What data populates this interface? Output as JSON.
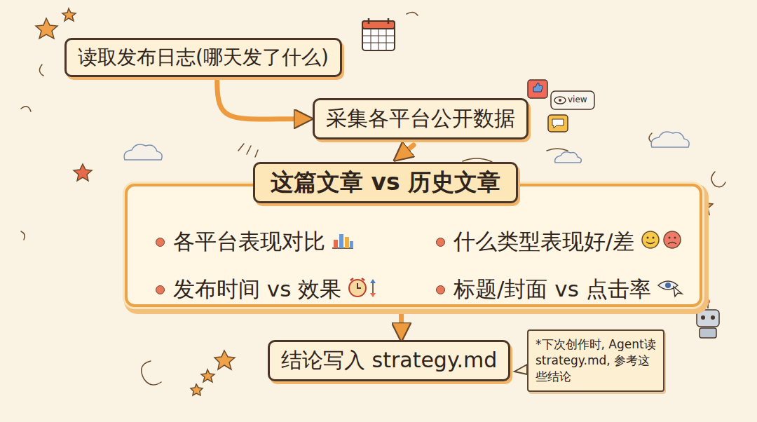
{
  "diagram": {
    "nodes": [
      {
        "text": [
          "读取发布日志(哪天发了什么)"
        ]
      },
      {
        "text": [
          "采集各平台公开数据"
        ]
      },
      {
        "text": [
          "这篇文章 vs 历史文章",
          "各平台表现对比",
          "什么类型表现好/差",
          "发布时间 vs 效果",
          "标题/封面 vs 点击率"
        ]
      },
      {
        "text": [
          "结论写入 strategy.md"
        ]
      },
      {
        "text": [
          "*下次创作时, Agent读strategy.md, 参考这些结论"
        ]
      }
    ],
    "edges": [
      {
        "from": 0,
        "to": 1,
        "arrow": "to"
      },
      {
        "from": 1,
        "to": 2,
        "arrow": "to"
      },
      {
        "from": 2,
        "to": 3,
        "arrow": "to"
      }
    ],
    "labels": [
      "view"
    ]
  }
}
